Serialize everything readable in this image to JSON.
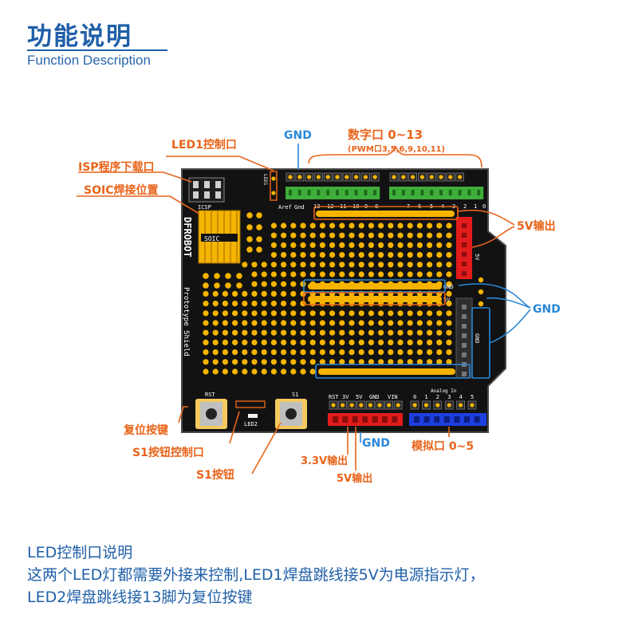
{
  "header": {
    "title": "功能说明",
    "subtitle": "Function Description"
  },
  "callouts": {
    "gnd_top": "GND",
    "digital": "数字口 0~13",
    "digital_pwm": "(PWM口3,5,6,9,10,11)",
    "led1_ctrl": "LED1控制口",
    "isp": "ISP程序下载口",
    "soic": "SOIC焊接位置",
    "v5_right": "5V输出",
    "gnd_right": "GND",
    "reset": "复位按键",
    "s1_ctrl": "S1按钮控制口",
    "s1": "S1按钮",
    "v33": "3.3V输出",
    "v5_bottom": "5V输出",
    "gnd_bottom": "GND",
    "analog": "模拟口 0~5"
  },
  "silkscreen": {
    "brand": "DFROBOT",
    "product": "Prototype Shield",
    "icsp": "ICSP",
    "soic": "SOIC",
    "led1": "LED1",
    "led2": "LED2",
    "rst": "RST",
    "s1": "S1",
    "aref": "Aref",
    "gnd": "Gnd",
    "digital_pins": [
      "13",
      "12",
      "11",
      "10",
      "9",
      "8",
      "7",
      "6",
      "5",
      "4",
      "3",
      "2",
      "1",
      "0"
    ],
    "power_pins": [
      "RST",
      "3V",
      "5V",
      "GND",
      "VIN"
    ],
    "analog_in": "Analog In",
    "analog_pins": [
      "0",
      "1",
      "2",
      "3",
      "4",
      "5"
    ],
    "rail_gnd": "GND",
    "rail_5v": "5V",
    "side_gnd": "GND",
    "side_5v": "5V"
  },
  "notes": {
    "line1": "LED控制口说明",
    "line2": "这两个LED灯都需要外接来控制,LED1焊盘跳线接5V为电源指示灯，",
    "line3": "LED2焊盘跳线接13脚为复位按键"
  },
  "colors": {
    "title_blue": "#1f5fa8",
    "orange": "#e8641a",
    "callout_blue": "#2a88d8",
    "pcb": "#121212",
    "pad": "#f5b400",
    "header_green": "#3fae3a",
    "header_red": "#e31b1b",
    "header_blue": "#1d3fe0"
  }
}
